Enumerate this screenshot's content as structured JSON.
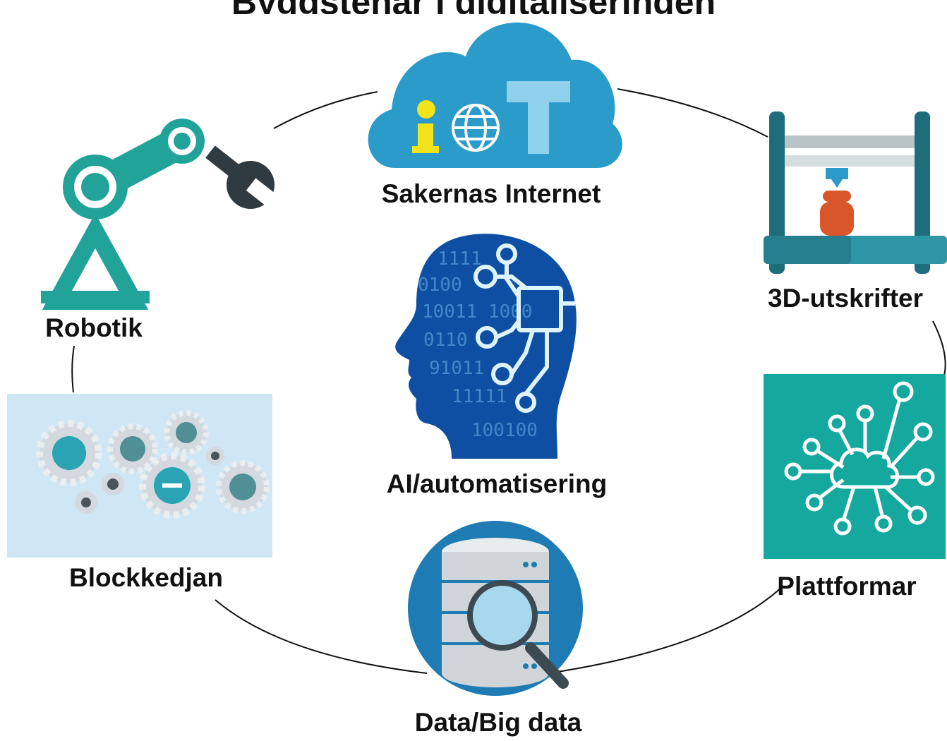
{
  "diagram": {
    "title": "Byggstenar i digitaliseringen",
    "nodes": {
      "iot": {
        "label": "Sakernas Internet",
        "icon": "iot-cloud-icon"
      },
      "printer": {
        "label": "3D-utskrifter",
        "icon": "3d-printer-icon"
      },
      "platforms": {
        "label": "Plattformar",
        "icon": "platform-network-icon"
      },
      "bigdata": {
        "label": "Data/Big data",
        "icon": "database-search-icon"
      },
      "blockchain": {
        "label": "Blockkedjan",
        "icon": "gears-icon"
      },
      "robotics": {
        "label": "Robotik",
        "icon": "robot-arm-icon"
      },
      "ai": {
        "label": "AI/automatisering",
        "icon": "ai-head-icon"
      }
    },
    "iot_icon_letters": {
      "i": "i",
      "t": "T"
    },
    "ai_binary_rows": [
      "1111",
      "0100",
      "10011 1000",
      "0110",
      "91011",
      "11111",
      "100100"
    ],
    "colors": {
      "text": "#111111",
      "cloud": "#2b9bc9",
      "cloud_light": "#8fd0ec",
      "iot_i": "#f2e31a",
      "robot_teal": "#22a39a",
      "robot_dark": "#2f3b40",
      "printer_frame": "#1d6e7a",
      "printer_rail": "#b9c4c6",
      "printer_object": "#d9552a",
      "platform_bg": "#14a89e",
      "database_bg": "#1f7bb3",
      "database_cyl": "#cfd5d8",
      "magnifier": "#a8d8ee",
      "ai_blue": "#0f4fa3",
      "blockchain_bg": "#cfe6f5",
      "gear_grey": "#d3d9de",
      "gear_teal": "#2aa3b4"
    }
  }
}
